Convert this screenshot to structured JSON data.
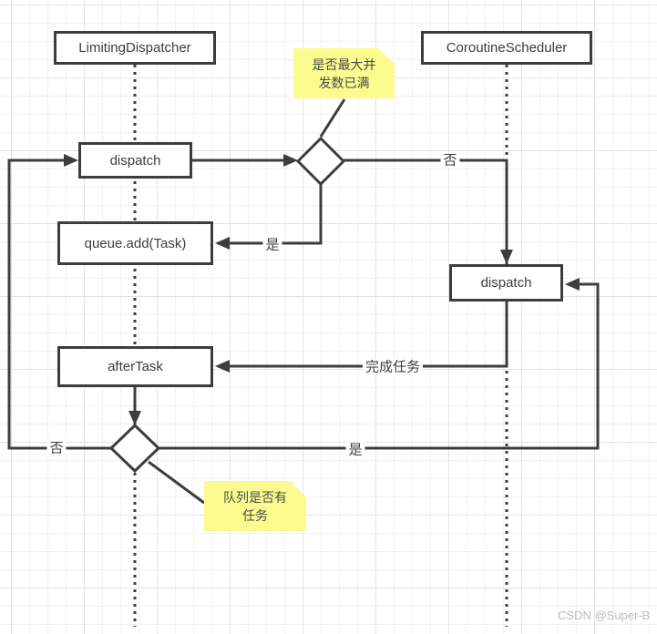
{
  "diagram": {
    "actors": [
      {
        "label": "LimitingDispatcher"
      },
      {
        "label": "CoroutineScheduler"
      }
    ],
    "nodes": [
      {
        "label": "dispatch"
      },
      {
        "label": "queue.add(Task)"
      },
      {
        "label": "dispatch"
      },
      {
        "label": "afterTask"
      }
    ],
    "decisions": [
      {
        "name": "max-concurrency-check"
      },
      {
        "name": "queue-has-task-check"
      }
    ],
    "notes": [
      {
        "line1": "是否最大并",
        "line2": "发数已满"
      },
      {
        "line1": "队列是否有",
        "line2": "任务"
      }
    ],
    "edge_labels": {
      "no_top": "否",
      "yes_top": "是",
      "complete_task": "完成任务",
      "no_bottom": "否",
      "yes_bottom": "是"
    },
    "colors": {
      "stroke": "#3d3d3d",
      "note_fill": "#fbfb8f",
      "note_fold": "#d9d952",
      "grid_minor": "#f1f1f1",
      "grid_major": "#e3e3e3"
    },
    "watermark": "CSDN @Super-B"
  }
}
